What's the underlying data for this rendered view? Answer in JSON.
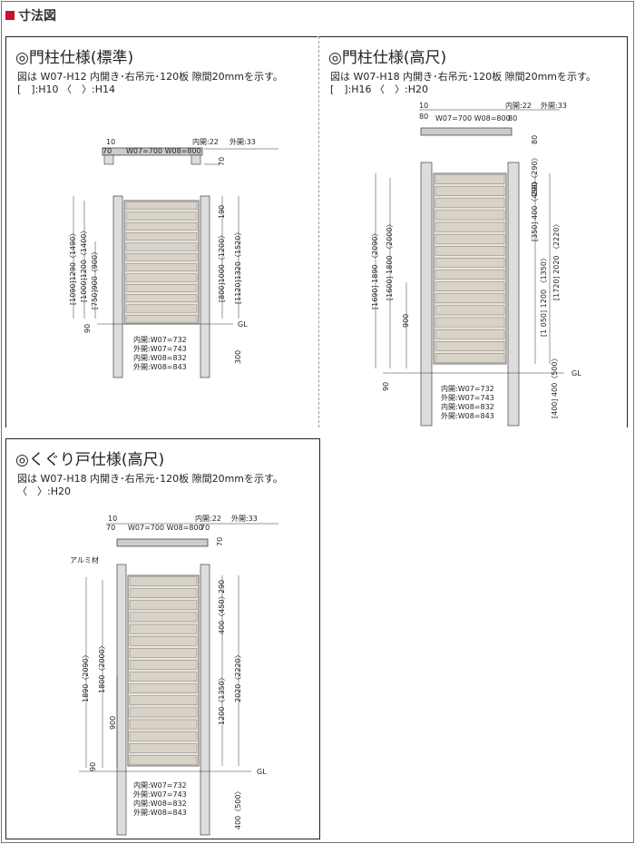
{
  "section_title": "寸法図",
  "panels": [
    {
      "title": "◎門柱仕様(標準)",
      "desc1": "図は W07-H12 内開き･右吊元･120板 隙間20mmを示す。",
      "desc2": "[　]:H10 〈　〉:H14",
      "plan": {
        "left_a": "10",
        "left_b": "70",
        "width": "W07=700 W08=800",
        "in": "内開:22",
        "out": "外開:33",
        "right": "70"
      },
      "dims_left": "[1090]1290〈1490〉",
      "dims_left2": "[1000]1200〈1400〉",
      "dims_left3": "[750]900〈900〉",
      "dims_right1": "190",
      "dims_right2": "[800]1000〈1200〉",
      "dims_right3": "[1120]1320〈1520〉",
      "bottom_gap": "90",
      "gl": "GL",
      "post_depth": "300",
      "widths": [
        "内開:W07=732",
        "外開:W07=743",
        "内開:W08=832",
        "外開:W08=843"
      ]
    },
    {
      "title": "◎門柱仕様(高尺)",
      "desc1": "図は W07-H18 内開き･右吊元･120板 隙間20mmを示す。",
      "desc2": "[　]:H16 〈　〉:H20",
      "plan": {
        "left_a": "10",
        "left_b": "80",
        "width": "W07=700 W08=800",
        "in": "内開:22",
        "out": "外開:33",
        "right": "80",
        "right_b": "80"
      },
      "dims_left": "[1690] 1890 〈2090〉",
      "dims_left2": "[1600] 1800 〈2000〉",
      "dims_left3": "900",
      "dims_right1": "290〈290〉",
      "dims_right1b": "[350] 400〈450〉",
      "dims_right2": "[1 050] 1200 〈1350〉",
      "dims_right3": "[1720] 2020 〈2220〉",
      "bottom_gap": "90",
      "gl": "GL",
      "post_depth": "[400] 400〈500〉",
      "widths": [
        "内開:W07=732",
        "外開:W07=743",
        "内開:W08=832",
        "外開:W08=843"
      ]
    },
    {
      "title": "◎くぐり戸仕様(高尺)",
      "desc1": "図は W07-H18 内開き･右吊元･120板 隙間20mmを示す。",
      "desc2": "〈　〉:H20",
      "plan": {
        "left_a": "10",
        "left_b": "70",
        "width": "W07=700 W08=800",
        "in": "内開:22",
        "out": "外開:33",
        "right": "70",
        "right_b": "70"
      },
      "alumi": "アルミ材",
      "dims_left": "1890〈2090〉",
      "dims_left2": "1800〈2000〉",
      "dims_left3": "900",
      "dims_right1": "290",
      "dims_right1b": "400〈450〉",
      "dims_right2": "1200〈1350〉",
      "dims_right3": "2020〈2220〉",
      "bottom_gap": "90",
      "gl": "GL",
      "post_depth": "400〈500〉",
      "widths": [
        "内開:W07=732",
        "外開:W07=743",
        "内開:W08=832",
        "外開:W08=843"
      ]
    }
  ]
}
